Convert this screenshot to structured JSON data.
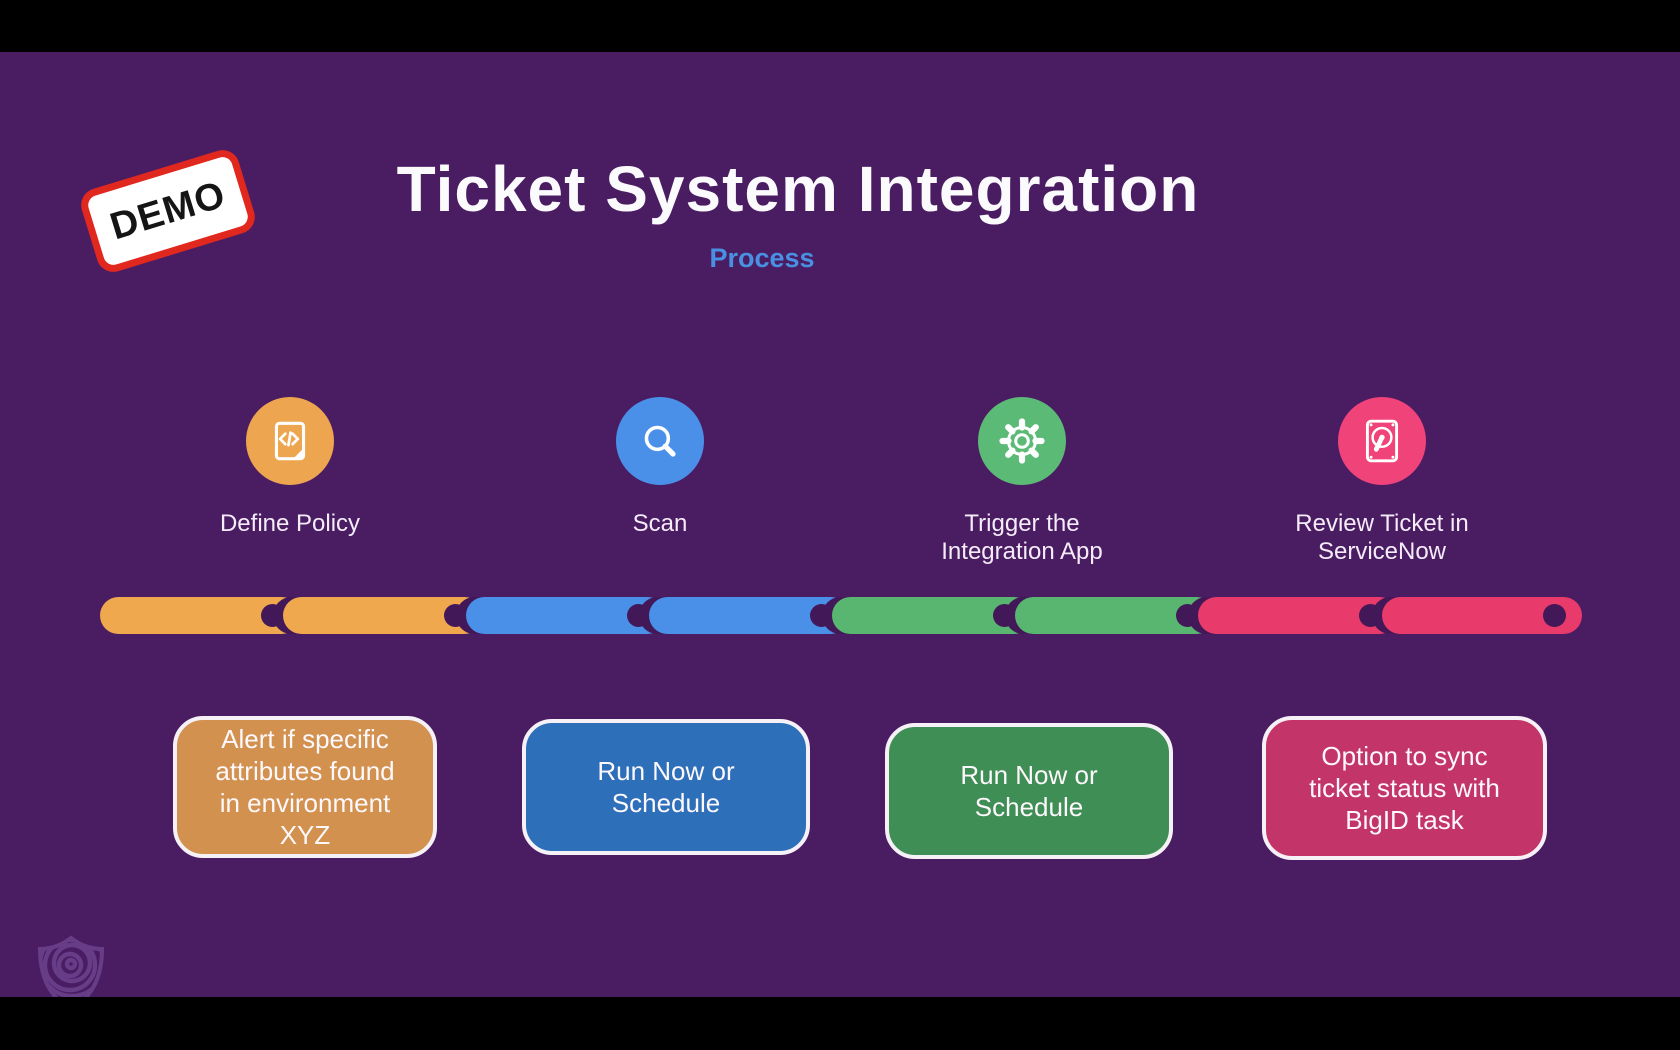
{
  "badge": {
    "label": "DEMO",
    "border_color": "#e0281f"
  },
  "header": {
    "title": "Ticket System Integration",
    "subtitle": "Process",
    "subtitle_color": "#4a90e2"
  },
  "steps": [
    {
      "icon": "code-document-icon",
      "color": "#eda64f",
      "lines": [
        "Define Policy"
      ]
    },
    {
      "icon": "magnifier-icon",
      "color": "#4a90e8",
      "lines": [
        "Scan"
      ]
    },
    {
      "icon": "gear-icon",
      "color": "#5cba77",
      "lines": [
        "Trigger the",
        "Integration App"
      ]
    },
    {
      "icon": "hard-drive-icon",
      "color": "#f0437a",
      "lines": [
        "Review Ticket in",
        "ServiceNow"
      ]
    }
  ],
  "timeline": {
    "dot_color": "#421858",
    "segments": [
      {
        "color": "#f0a84f"
      },
      {
        "color": "#f0a84f"
      },
      {
        "color": "#4a90e8"
      },
      {
        "color": "#4a90e8"
      },
      {
        "color": "#58b671"
      },
      {
        "color": "#58b671"
      },
      {
        "color": "#e83a6b"
      },
      {
        "color": "#e83a6b"
      }
    ]
  },
  "boxes": [
    {
      "color": "#d2914f",
      "lines": [
        "Alert if specific",
        "attributes found",
        "in environment",
        "XYZ"
      ]
    },
    {
      "color": "#2d6fb8",
      "lines": [
        "Run Now or",
        "Schedule"
      ]
    },
    {
      "color": "#3f8e55",
      "lines": [
        "Run Now or",
        "Schedule"
      ]
    },
    {
      "color": "#c33568",
      "lines": [
        "Option to sync",
        "ticket status with",
        "BigID task"
      ]
    }
  ],
  "colors": {
    "background": "#4a1d63",
    "letterbox": "#000000",
    "title_text": "#fbfafc"
  }
}
